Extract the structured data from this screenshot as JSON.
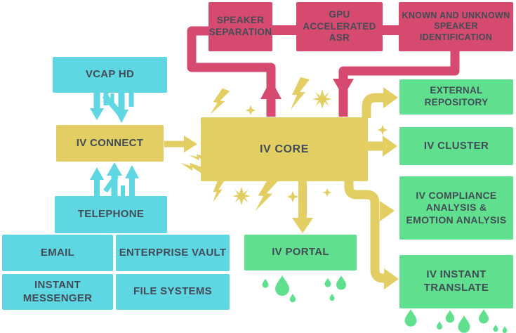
{
  "colors": {
    "pink": "#d64a70",
    "cyan": "#5ed7e3",
    "yellow": "#e2ce63",
    "green": "#60e08e",
    "ink": "#424c56",
    "background": "#ffffff"
  },
  "diagram": {
    "pipeline": [
      {
        "label": "SPEAKER SEPARATION"
      },
      {
        "label": "GPU ACCELERATED ASR"
      },
      {
        "label": "KNOWN AND UNKNOWN SPEAKER IDENTIFICATION"
      }
    ],
    "inputs": {
      "vcap_hd": "VCAP HD",
      "iv_connect": "IV CONNECT",
      "telephone": "TELEPHONE",
      "grid": [
        {
          "label": "EMAIL"
        },
        {
          "label": "ENTERPRISE VAULT"
        },
        {
          "label": "INSTANT MESSENGER"
        },
        {
          "label": "FILE SYSTEMS"
        }
      ]
    },
    "core": {
      "label": "IV CORE"
    },
    "portal": {
      "label": "IV PORTAL"
    },
    "outputs": [
      {
        "label": "EXTERNAL REPOSITORY"
      },
      {
        "label": "IV CLUSTER"
      },
      {
        "label": "IV COMPLIANCE ANALYSIS & EMOTION ANALYSIS"
      },
      {
        "label": "IV INSTANT TRANSLATE"
      }
    ]
  }
}
